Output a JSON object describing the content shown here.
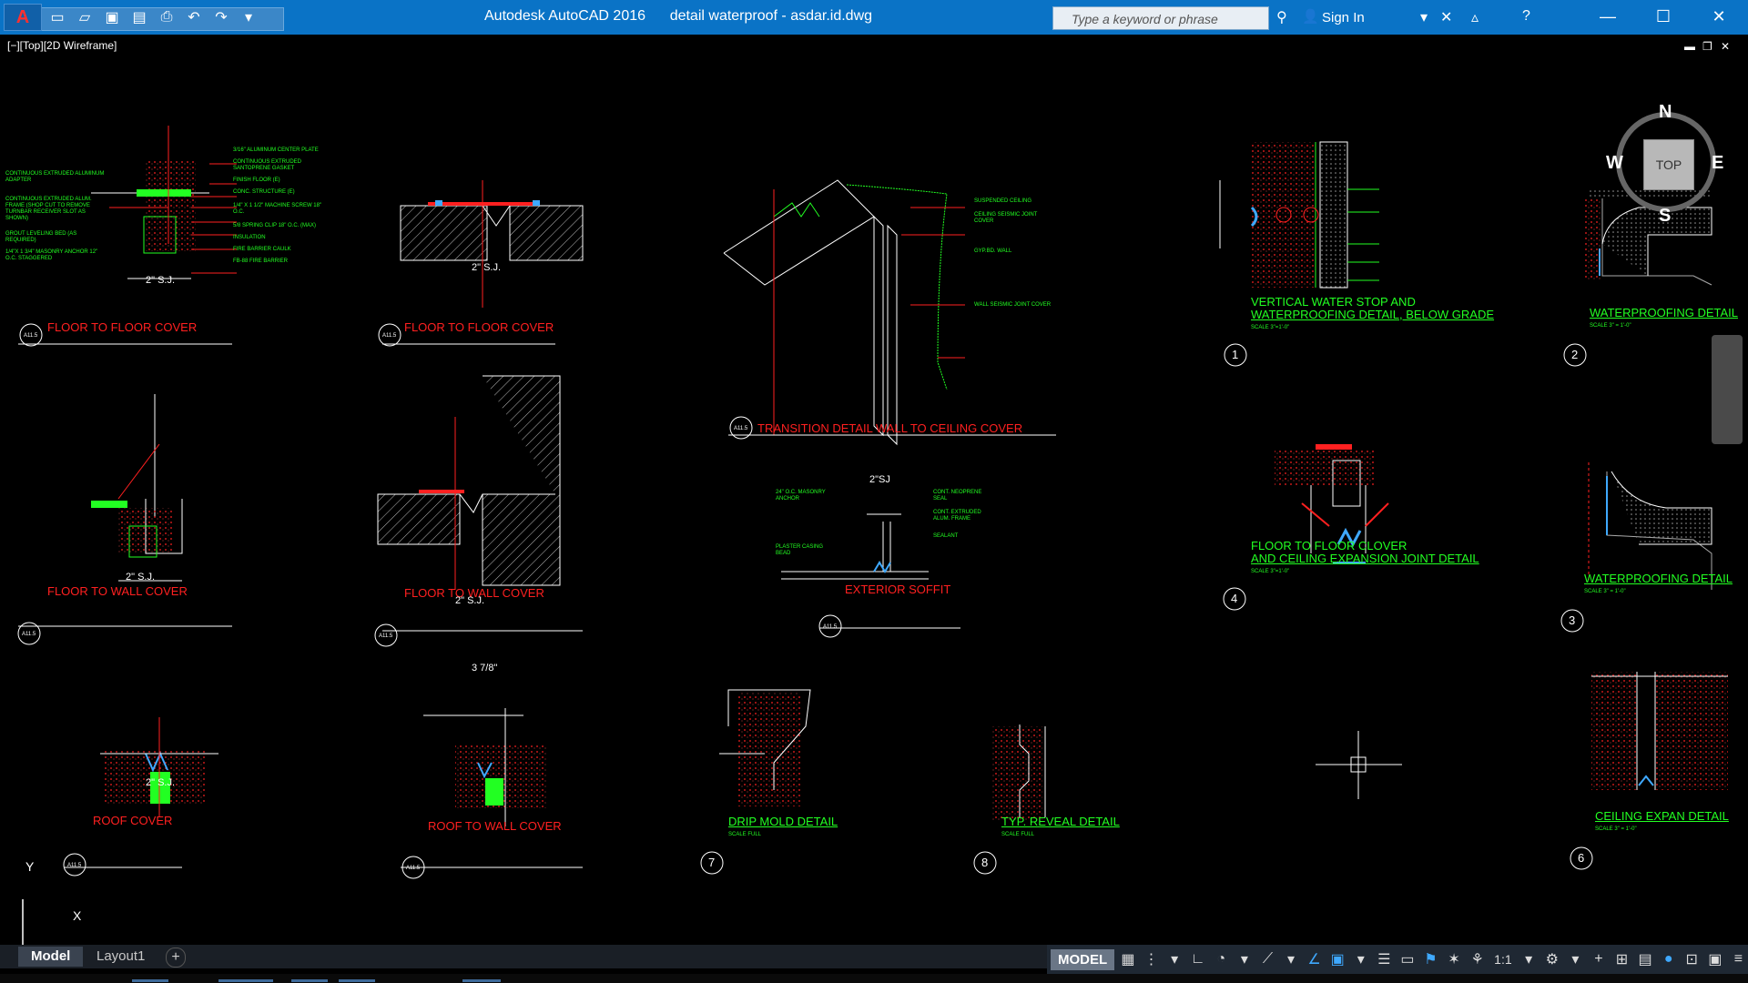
{
  "titlebar": {
    "app_name": "Autodesk AutoCAD 2016",
    "document": "detail waterproof - asdar.id.dwg",
    "search_placeholder": "Type a keyword or phrase",
    "signin_label": "Sign In"
  },
  "viewport": {
    "label": "[−][Top][2D Wireframe]",
    "viewcube": {
      "top": "TOP",
      "n": "N",
      "s": "S",
      "e": "E",
      "w": "W"
    },
    "ucs": {
      "x": "X",
      "y": "Y"
    }
  },
  "details": [
    {
      "title": "FLOOR  TO  FLOOR  COVER",
      "ref": "A11.5"
    },
    {
      "title": "FLOOR  TO  FLOOR  COVER",
      "ref": "A11.5"
    },
    {
      "title": "TRANSITION  DETAIL  WALL  TO  CEILING  COVER",
      "ref": "A11.5"
    },
    {
      "title": "VERTICAL  WATER  STOP  AND",
      "title2": "WATERPROOFING  DETAIL,  BELOW  GRADE",
      "num": "1",
      "scale": "SCALE   3\"=1'-0\""
    },
    {
      "title": "WATERPROOFING  DETAIL",
      "num": "2",
      "scale": "SCALE   3\" = 1'-0\""
    },
    {
      "title": "FLOOR  TO  WALL  COVER",
      "ref": "A11.5"
    },
    {
      "title": "FLOOR  TO  WALL  COVER",
      "ref": "A11.5"
    },
    {
      "title": "EXTERIOR  SOFFIT",
      "ref": "A11.5"
    },
    {
      "title": "FLOOR  TO  FLOOR  CLOVER",
      "title2": "AND  CEILING  EXPANSION  JOINT  DETAIL",
      "num": "4",
      "scale": "SCALE   3\"=1'-0\""
    },
    {
      "title": "WATERPROOFING  DETAIL",
      "num": "3",
      "scale": "SCALE   3\" = 1'-0\""
    },
    {
      "title": "ROOF  COVER",
      "ref": "A11.5"
    },
    {
      "title": "ROOF  TO  WALL  COVER",
      "ref": "A11.5"
    },
    {
      "title": "DRIP  MOLD  DETAIL",
      "num": "7",
      "scale": "SCALE   FULL"
    },
    {
      "title": "TYP.   REVEAL  DETAIL",
      "num": "8",
      "scale": "SCALE   FULL"
    },
    {
      "title": "CEILING  EXPAN  DETAIL",
      "num": "6",
      "scale": "SCALE   3\" = 1'-0\""
    }
  ],
  "dimensions": [
    "2\" S.J.",
    "2\" S.J.",
    "2\" S.J.",
    "2\" S.J.",
    "2\"SJ",
    "3 7/8\"",
    "2\" S.J."
  ],
  "callouts": {
    "d1": [
      "3/16\" ALUMINUM CENTER PLATE",
      "CONTINUOUS EXTRUDED SANTOPRENE GASKET",
      "FINISH FLOOR (E)",
      "CONC. STRUCTURE (E)",
      "1/4\" X 1 1/2\" MACHINE SCREW 18\" O.C.",
      "5/8 SPRING CLIP 18\" O.C. (MAX)",
      "INSULATION",
      "FIRE BARRIER CAULK",
      "FB-88 FIRE BARRIER",
      "CONTINUOUS EXTRUDED ALUMINUM ADAPTER",
      "CONTINUOUS EXTRUDED ALUM. FRAME (SHOP CUT TO REMOVE TURNBAR RECEIVER SLOT AS SHOWN)",
      "GROUT LEVELING BED (AS REQUIRED)",
      "1/4\"X 1 3/4\" MASONRY ANCHOR 12\" O.C. STAGGERED"
    ],
    "d3": [
      "SUSPENDED CEILING",
      "CEILING SEISMIC JOINT COVER",
      "GYP.BD. WALL",
      "WALL SEISMIC JOINT COVER"
    ],
    "d8": [
      "CONT. NEOPRENE SEAL",
      "CONT. EXTRUDED ALUM. FRAME",
      "SEALANT",
      "PLASTER CASING BEAD",
      "24\" O.C. MASONRY ANCHOR"
    ]
  },
  "tabs": [
    {
      "label": "Model",
      "active": true
    },
    {
      "label": "Layout1",
      "active": false
    }
  ],
  "statusbar": {
    "model_label": "MODEL",
    "annotation_scale": "1:1"
  },
  "colors": {
    "titlebar": "#0a73c6",
    "canvas": "#000000",
    "cad_red": "#ff2020",
    "cad_green": "#22ff22",
    "cad_white": "#ffffff",
    "cad_cyan": "#40d0ff"
  }
}
